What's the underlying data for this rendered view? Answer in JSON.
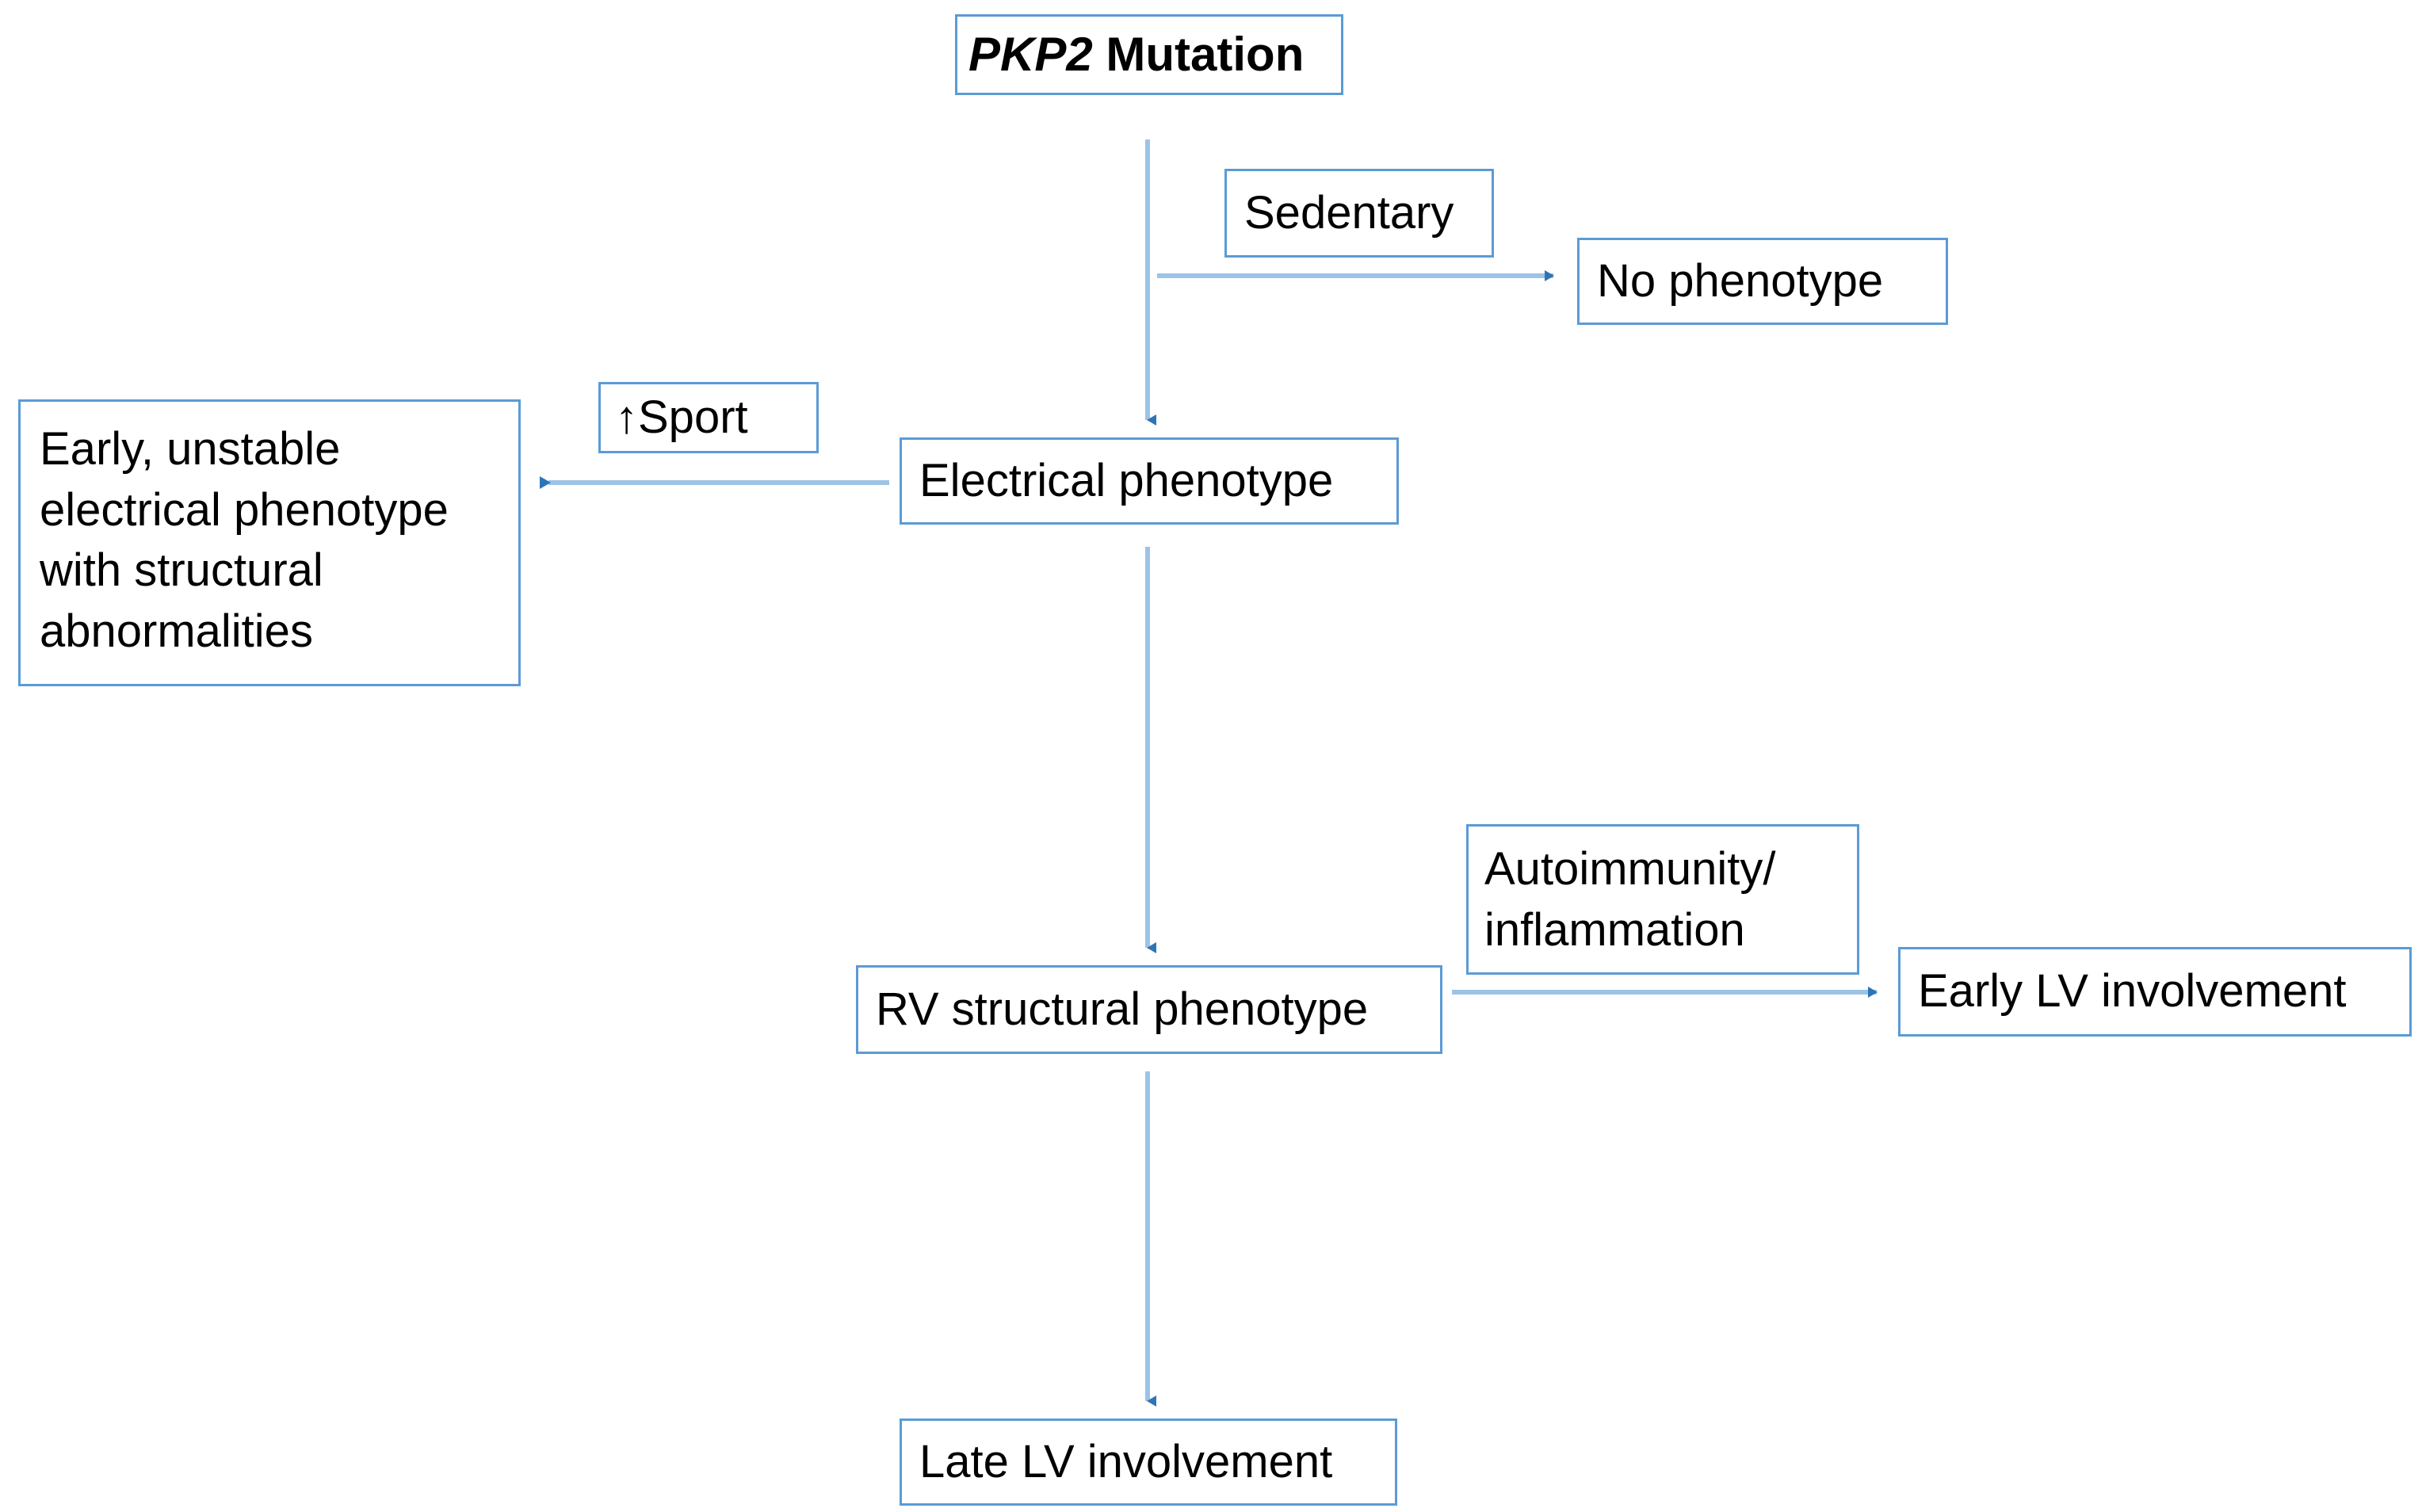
{
  "diagram": {
    "title": "PKP2 Mutation disease progression flowchart",
    "colors": {
      "box_border": "#5B9BD5",
      "connector_line": "#9DC3E6",
      "arrowhead": "#2E75B6",
      "background": "#FFFFFF",
      "text": "#000000"
    },
    "nodes": {
      "pkp2_mutation": {
        "gene": "PKP2",
        "rest": " Mutation"
      },
      "sedentary": {
        "label": "Sedentary"
      },
      "no_phenotype": {
        "label": "No phenotype"
      },
      "sport": {
        "label": "↑Sport"
      },
      "early_unstable": {
        "label": "Early, unstable electrical phenotype with structural abnormalities"
      },
      "electrical_phenotype": {
        "label": "Electrical phenotype"
      },
      "rv_structural_phenotype": {
        "label": "RV structural phenotype"
      },
      "autoimmunity": {
        "label": "Autoimmunity/ inflammation"
      },
      "early_lv_involvement": {
        "label": "Early LV involvement"
      },
      "late_lv_involvement": {
        "label": "Late LV involvement"
      }
    },
    "edges": [
      {
        "from": "pkp2_mutation",
        "to": "electrical_phenotype",
        "direction": "down",
        "label": ""
      },
      {
        "from": "pkp2_mutation",
        "to": "no_phenotype",
        "direction": "right",
        "label": "Sedentary"
      },
      {
        "from": "electrical_phenotype",
        "to": "early_unstable",
        "direction": "left",
        "label": "↑Sport"
      },
      {
        "from": "electrical_phenotype",
        "to": "rv_structural_phenotype",
        "direction": "down",
        "label": ""
      },
      {
        "from": "rv_structural_phenotype",
        "to": "early_lv_involvement",
        "direction": "right",
        "label": "Autoimmunity/ inflammation"
      },
      {
        "from": "rv_structural_phenotype",
        "to": "late_lv_involvement",
        "direction": "down",
        "label": ""
      }
    ]
  }
}
